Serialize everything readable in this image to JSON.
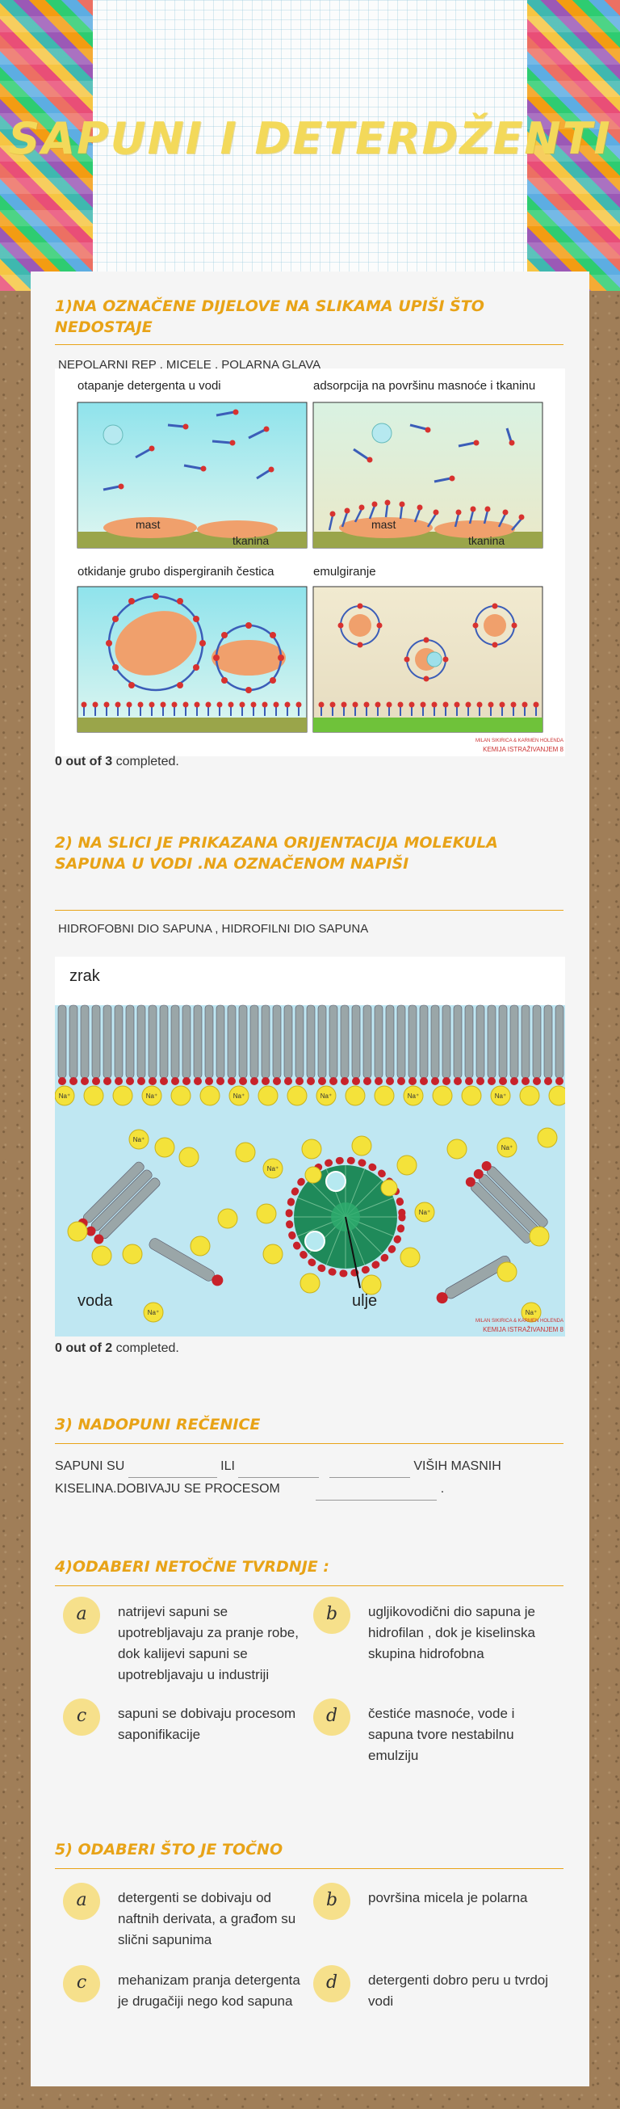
{
  "page": {
    "title": "SAPUNI I DETERDŽENTI"
  },
  "section1": {
    "heading": "1)NA OZNAČENE DIJELOVE NA SLIKAMA UPIŠI ŠTO NEDOSTAJE",
    "words": "NEPOLARNI  REP ,  MICELE  ,  POLARNA GLAVA",
    "figure": {
      "panels": [
        {
          "caption": "otapanje detergenta u vodi",
          "labels": [
            "mast",
            "tkanina"
          ]
        },
        {
          "caption": "adsorpcija na površinu masnoće i tkaninu",
          "labels": [
            "mast",
            "tkanina"
          ]
        },
        {
          "caption": "otkidanje grubo dispergiranih čestica",
          "labels": []
        },
        {
          "caption": "emulgiranje",
          "labels": []
        }
      ],
      "credit1": "MILAN SIKIRICA & KARMEN HOLENDA",
      "credit2": "KEMIJA ISTRAŽIVANJEM 8"
    },
    "progress_count": "0 out of 3",
    "progress_word": "completed."
  },
  "section2": {
    "heading": "2) NA SLICI JE PRIKAZANA ORIJENTACIJA MOLEKULA SAPUNA U VODI .NA OZNAČENOM NAPIŠI",
    "words": "HIDROFOBNI DIO SAPUNA  , HIDROFILNI DIO SAPUNA",
    "figure": {
      "label_air": "zrak",
      "label_water": "voda",
      "label_oil": "ulje",
      "ion": "Na⁺",
      "credit1": "MILAN SIKIRICA & KARMEN HOLENDA",
      "credit2": "KEMIJA ISTRAŽIVANJEM 8"
    },
    "progress_count": "0 out of 2",
    "progress_word": "completed."
  },
  "section3": {
    "heading": "3) NADOPUNI REČENICE",
    "line1_a": "SAPUNI SU",
    "line1_b": "ILI",
    "line1_c": "VIŠIH MASNIH",
    "line2_a": "KISELINA.DOBIVAJU SE PROCESOM",
    "line2_b": "."
  },
  "section4": {
    "heading": "4)ODABERI NETOČNE TVRDNJE :",
    "options": [
      {
        "letter": "a",
        "text": "natrijevi sapuni se upotrebljavaju za pranje robe, dok kalijevi sapuni se upotrebljavaju u industriji"
      },
      {
        "letter": "b",
        "text": "ugljikovodični dio sapuna je hidrofilan , dok je kiselinska skupina hidrofobna"
      },
      {
        "letter": "c",
        "text": "sapuni se dobivaju procesom saponifikacije"
      },
      {
        "letter": "d",
        "text": "čestiće masnoće, vode i sapuna tvore nestabilnu emulziju"
      }
    ]
  },
  "section5": {
    "heading": "5) ODABERI ŠTO JE TOČNO",
    "options": [
      {
        "letter": "a",
        "text": "detergenti se dobivaju od naftnih derivata, a građom su slični sapunima"
      },
      {
        "letter": "b",
        "text": "površina micela je polarna"
      },
      {
        "letter": "c",
        "text": "mehanizam pranja detergenta je drugačiji nego kod sapuna"
      },
      {
        "letter": "d",
        "text": "detergenti dobro peru u tvrdoj vodi"
      }
    ]
  },
  "colors": {
    "accent": "#e8a317",
    "badge": "#f6e08b",
    "title": "#f3d95a"
  }
}
